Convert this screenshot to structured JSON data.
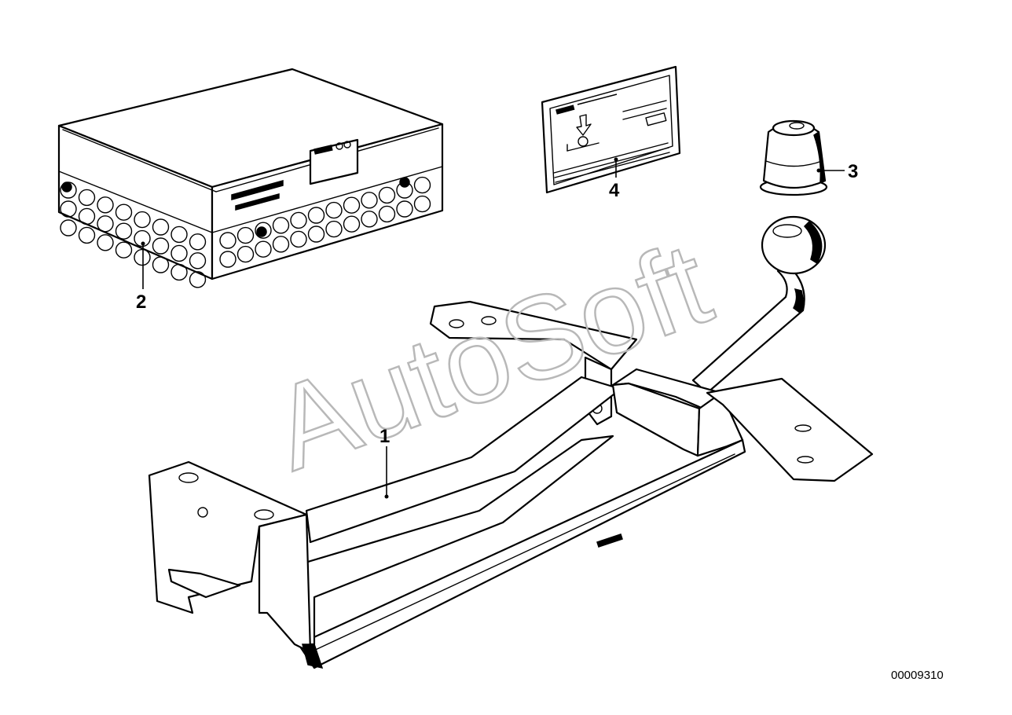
{
  "diagram": {
    "callouts": [
      {
        "id": "1",
        "label": "1"
      },
      {
        "id": "2",
        "label": "2"
      },
      {
        "id": "3",
        "label": "3"
      },
      {
        "id": "4",
        "label": "4"
      }
    ],
    "diagram_number": "00009310",
    "watermark": "AutoSoft"
  }
}
